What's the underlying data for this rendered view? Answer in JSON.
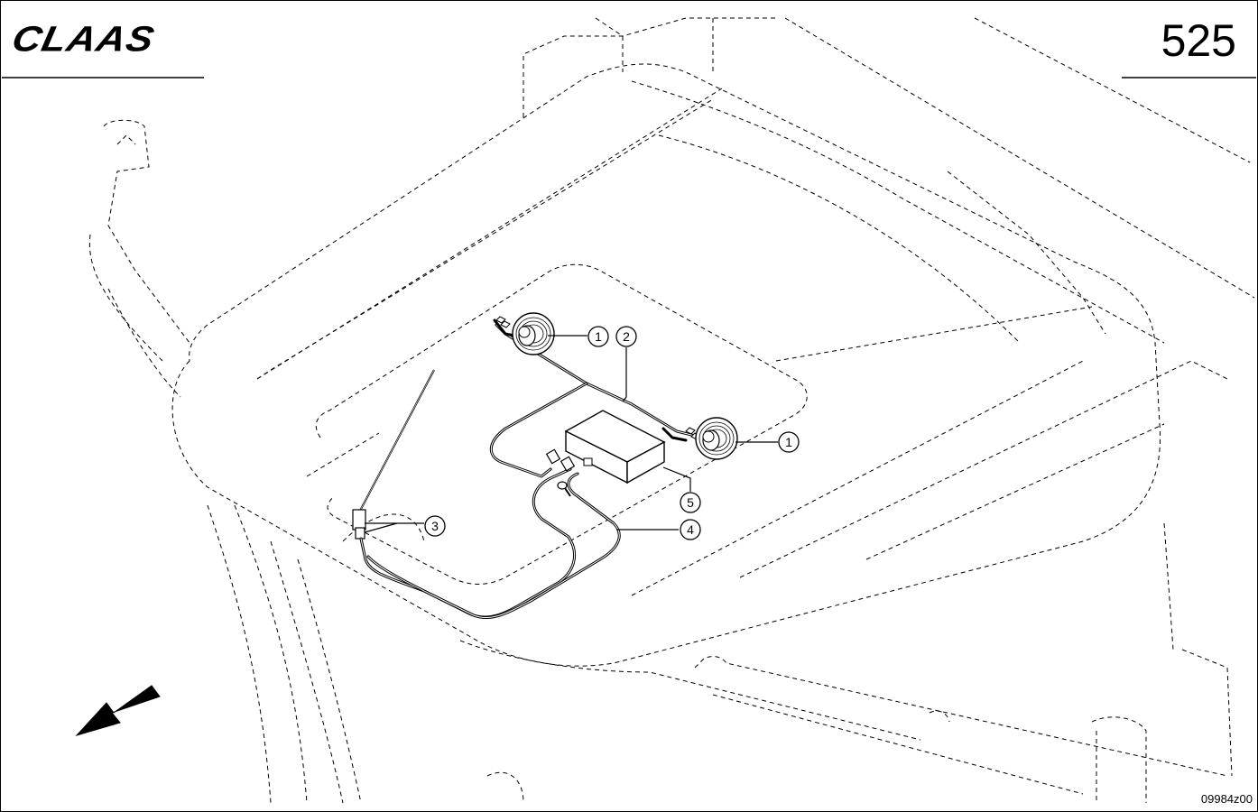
{
  "header": {
    "brand_logo_text": "CLAAS",
    "page_number": "525"
  },
  "footer": {
    "drawing_id": "09984z00"
  },
  "callouts": [
    {
      "id": "callout-1a",
      "label": "1"
    },
    {
      "id": "callout-2",
      "label": "2"
    },
    {
      "id": "callout-1b",
      "label": "1"
    },
    {
      "id": "callout-3",
      "label": "3"
    },
    {
      "id": "callout-5",
      "label": "5"
    },
    {
      "id": "callout-4",
      "label": "4"
    }
  ],
  "icons": {
    "direction_arrow": "direction-arrow-icon"
  }
}
